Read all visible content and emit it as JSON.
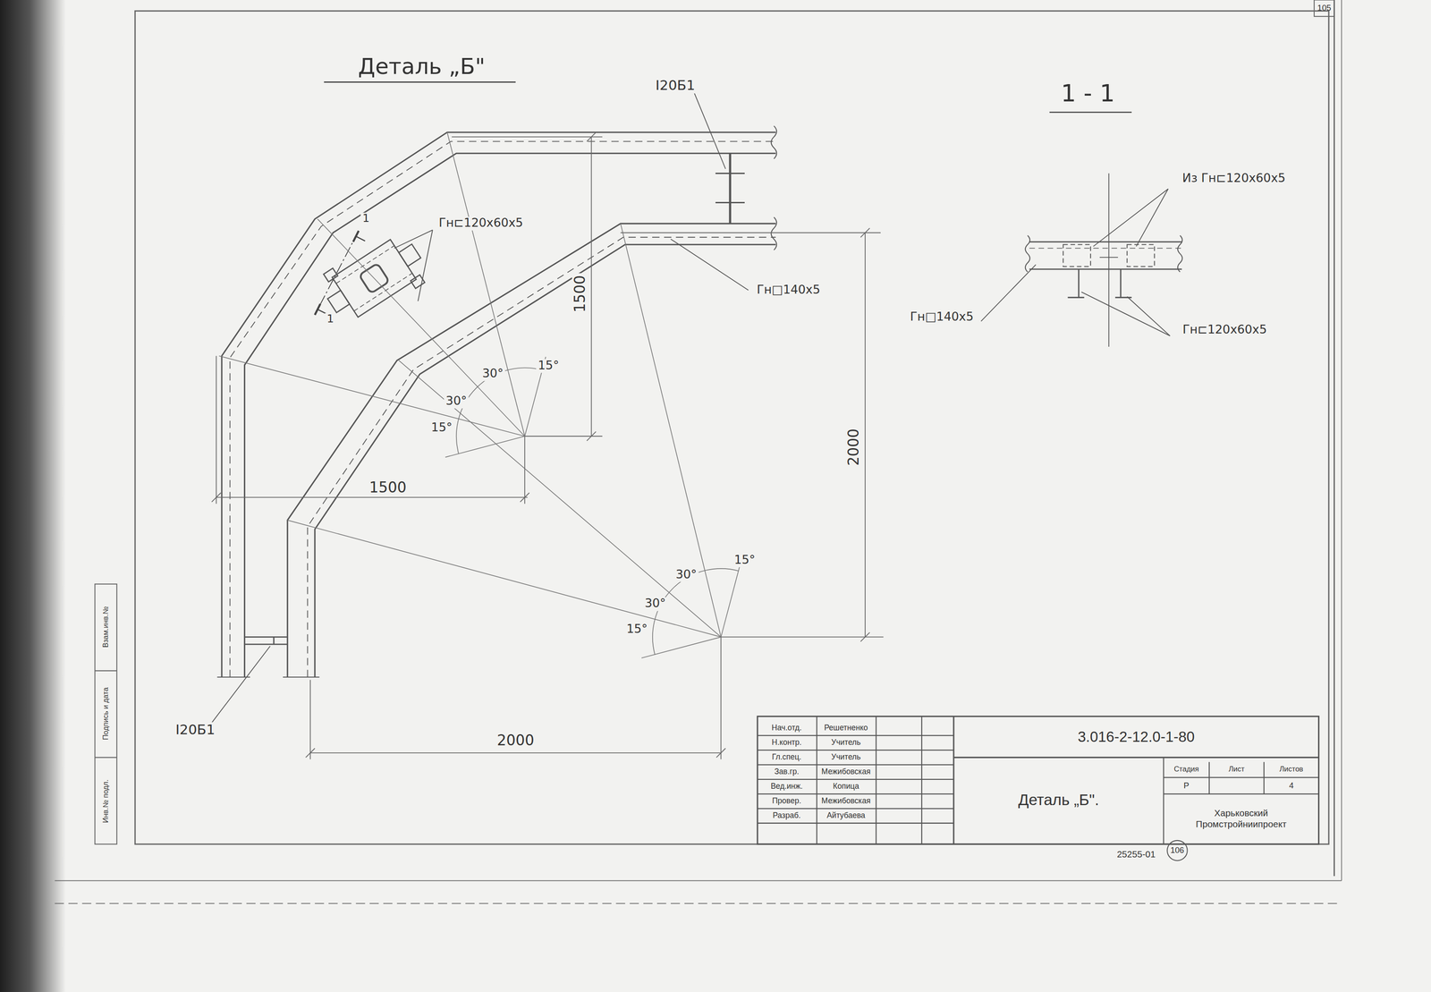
{
  "diagram": {
    "title": "Деталь „Б\"",
    "labels": [
      "I20Б1",
      "Гн⊏120x60x5",
      "1",
      "1",
      "Гн□140x5",
      "1500",
      "30°",
      "30°",
      "15°",
      "15°",
      "1500",
      "2000",
      "30°",
      "30°",
      "15°",
      "15°",
      "I20Б1",
      "2000",
      "1 - 1",
      "Из Гн⊏120x60x5",
      "Гн□140x5",
      "Гн⊏120x60x5",
      "Нач.отд.",
      "Решетненко",
      "Н.контр.",
      "Учитель",
      "Гл.спец.",
      "Учитель",
      "Зав.гр.",
      "Межибовская",
      "Вед.инж.",
      "Копица",
      "Провер.",
      "Межибовская",
      "Разраб.",
      "Айтубаева",
      "3.016-2-12.0-1-80",
      "Деталь „Б\".",
      "Стадия",
      "Лист",
      "Листов",
      "Р",
      "4",
      "Харьковский Промстройниипроект",
      "25255-01",
      "106",
      "105",
      "Инв.№ подл.",
      "Подпись и дата",
      "Взам.инв.№"
    ]
  }
}
